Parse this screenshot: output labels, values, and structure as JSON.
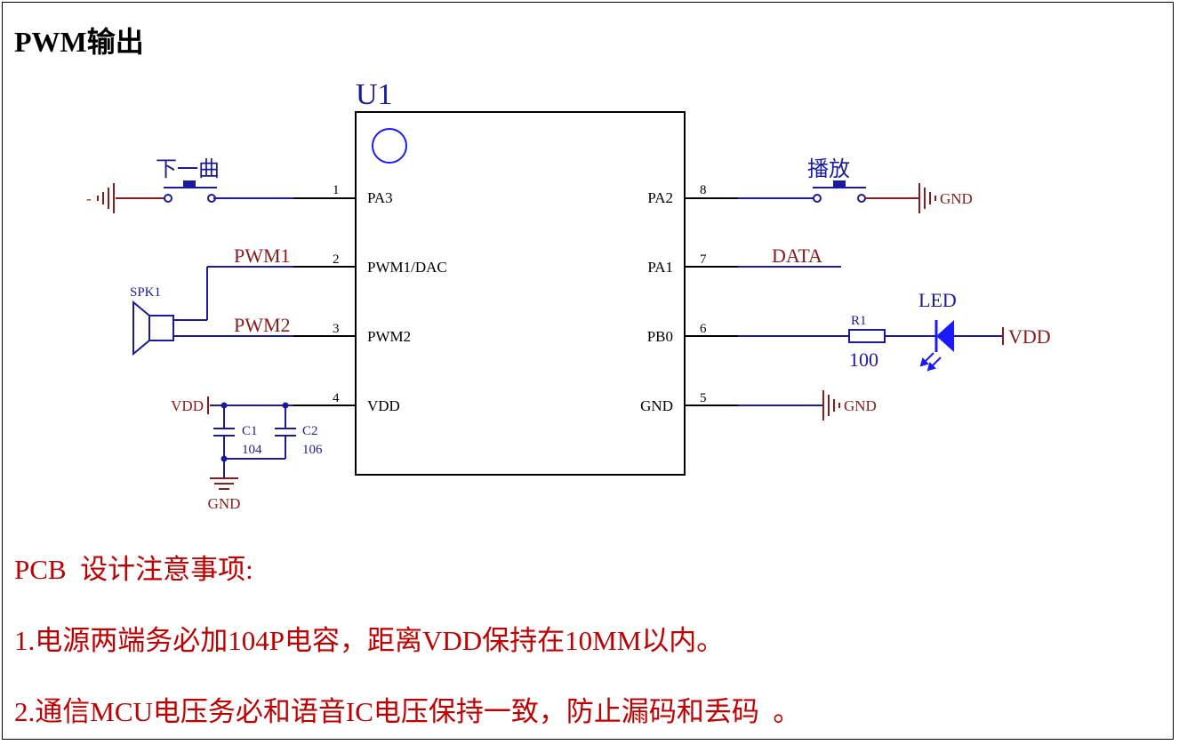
{
  "heading": "PWM输出",
  "ic": {
    "designator": "U1",
    "pins_left": [
      {
        "num": "1",
        "name": "PA3"
      },
      {
        "num": "2",
        "name": "PWM1/DAC"
      },
      {
        "num": "3",
        "name": "PWM2"
      },
      {
        "num": "4",
        "name": "VDD"
      }
    ],
    "pins_right": [
      {
        "num": "8",
        "name": "PA2"
      },
      {
        "num": "7",
        "name": "PA1"
      },
      {
        "num": "6",
        "name": "PB0"
      },
      {
        "num": "5",
        "name": "GND"
      }
    ]
  },
  "components": {
    "btn_next": "下一曲",
    "btn_play": "播放",
    "speaker": "SPK1",
    "r1_ref": "R1",
    "r1_value": "100",
    "led": "LED",
    "c1_ref": "C1",
    "c1_value": "104",
    "c2_ref": "C2",
    "c2_value": "106"
  },
  "nets": {
    "pwm1": "PWM1",
    "pwm2": "PWM2",
    "data": "DATA",
    "vdd_right": "VDD",
    "vdd_left": "VDD",
    "gnd_pa2": "GND",
    "gnd_pin5": "GND",
    "gnd_caps": "GND",
    "left_ground": "-"
  },
  "notes": {
    "title": "PCB  设计注意事项:",
    "line1": "1.电源两端务必加104P电容，距离VDD保持在10MM以内。",
    "line2": "2.通信MCU电压务必和语音IC电压保持一致，防止漏码和丢码  。"
  }
}
